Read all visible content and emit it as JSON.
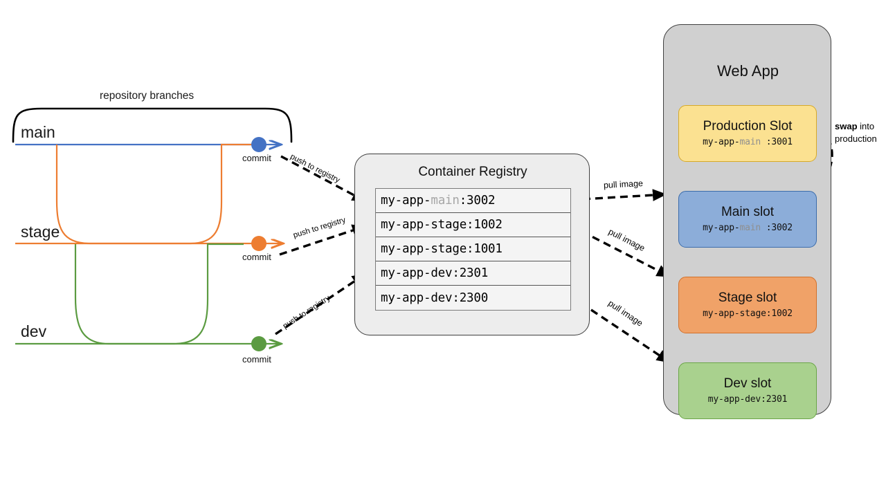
{
  "repo": {
    "caption": "repository branches",
    "branches": [
      {
        "name": "main",
        "color": "#4472c4",
        "commit_label": "commit",
        "push_label": "push to registry"
      },
      {
        "name": "stage",
        "color": "#ed7d31",
        "commit_label": "commit",
        "push_label": "push to registry"
      },
      {
        "name": "dev",
        "color": "#5b9b41",
        "commit_label": "commit",
        "push_label": "push to registry"
      }
    ]
  },
  "registry": {
    "title": "Container Registry",
    "images": [
      {
        "prefix": "my-app-",
        "dim": "main",
        "suffix": "  :3002"
      },
      {
        "prefix": "my-app-stage:1002",
        "dim": "",
        "suffix": ""
      },
      {
        "prefix": "my-app-stage:1001",
        "dim": "",
        "suffix": ""
      },
      {
        "prefix": "my-app-dev:2301",
        "dim": "",
        "suffix": ""
      },
      {
        "prefix": "my-app-dev:2300",
        "dim": "",
        "suffix": ""
      }
    ]
  },
  "pull_labels": [
    "pull image",
    "pull image",
    "pull image"
  ],
  "webapp": {
    "title": "Web App",
    "slots": [
      {
        "title": "Production Slot",
        "image_prefix": "my-app-",
        "image_dim": "main",
        "image_suffix": "  :3001",
        "color": "#fbe191"
      },
      {
        "title": "Main  slot",
        "image_prefix": "my-app-",
        "image_dim": "main",
        "image_suffix": " :3002",
        "color": "#8cadd9"
      },
      {
        "title": "Stage slot",
        "image_prefix": "my-app-stage:1002",
        "image_dim": "",
        "image_suffix": "",
        "color": "#f0a268"
      },
      {
        "title": "Dev slot",
        "image_prefix": "my-app-dev:2301",
        "image_dim": "",
        "image_suffix": "",
        "color": "#a9d18e"
      }
    ],
    "swap": {
      "bold": "swap",
      "rest": " into",
      "line2": "production"
    }
  }
}
